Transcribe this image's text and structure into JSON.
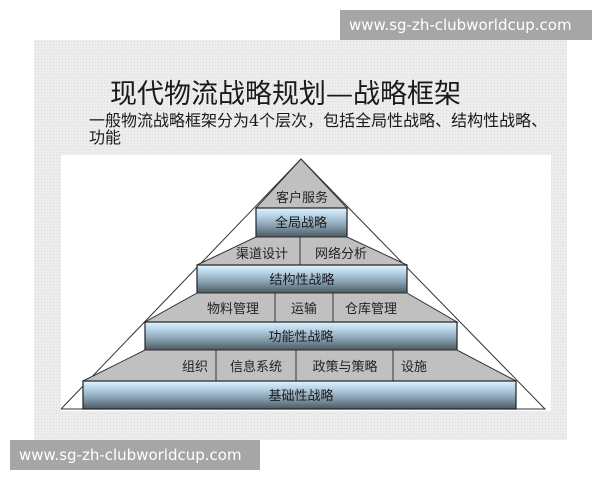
{
  "watermark": {
    "top": "www.sg-zh-clubworldcup.com",
    "bottom": "www.sg-zh-clubworldcup.com"
  },
  "slide": {
    "title": "现代物流战略规划—战略框架",
    "subtitle": "一般物流战略框架分为4个层次，包括全局性战略、结构性战略、功能"
  },
  "pyramid": {
    "apex_label": "客户服务",
    "levels": [
      {
        "bar": "全局战略",
        "cells": []
      },
      {
        "bar": "结构性战略",
        "cells": [
          "渠道设计",
          "网络分析"
        ]
      },
      {
        "bar": "功能性战略",
        "cells": [
          "物料管理",
          "运输",
          "仓库管理"
        ]
      },
      {
        "bar": "基础性战略",
        "cells": [
          "组织",
          "信息系统",
          "政策与策略",
          "设施"
        ]
      }
    ]
  },
  "colors": {
    "trapezoid_fill": "#c0c0c0",
    "bar_top": "#d4e8f5",
    "bar_bottom": "#4f5f6a",
    "watermark_bg": "#a6a6a6"
  }
}
